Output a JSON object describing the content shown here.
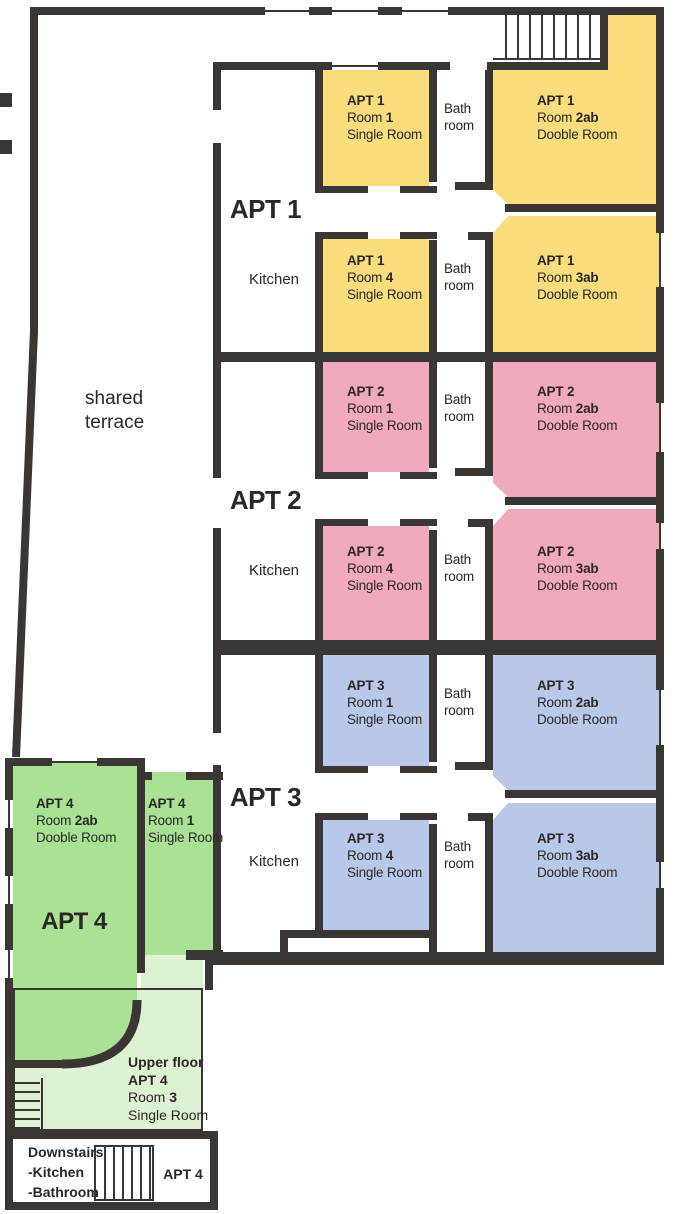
{
  "palette": {
    "wall": "#3a3634",
    "apt1": "#f9dc7b",
    "apt2": "#f1a9bc",
    "apt3": "#b9c8e9",
    "apt4": "#a9e295",
    "apt4_upper": "#ddf2d2",
    "bg": "#ffffff",
    "text": "#2b2725"
  },
  "terrace_label": "shared terrace",
  "apt1": {
    "big": "APT 1",
    "kitchen": "Kitchen",
    "room1": {
      "apt": "APT 1",
      "room": "Room ",
      "num": "1",
      "type": "Single Room"
    },
    "room2ab": {
      "apt": "APT 1",
      "room": "Room ",
      "num": "2ab",
      "type": "Dooble Room"
    },
    "room3ab": {
      "apt": "APT 1",
      "room": "Room ",
      "num": "3ab",
      "type": "Dooble Room"
    },
    "room4": {
      "apt": "APT 1",
      "room": "Room ",
      "num": "4",
      "type": "Single Room"
    },
    "bath_top": {
      "l1": "Bath",
      "l2": "room"
    },
    "bath_bottom": {
      "l1": "Bath",
      "l2": "room"
    }
  },
  "apt2": {
    "big": "APT 2",
    "kitchen": "Kitchen",
    "room1": {
      "apt": "APT 2",
      "room": "Room ",
      "num": "1",
      "type": "Single Room"
    },
    "room2ab": {
      "apt": "APT 2",
      "room": "Room ",
      "num": "2ab",
      "type": "Dooble Room"
    },
    "room3ab": {
      "apt": "APT 2",
      "room": "Room ",
      "num": "3ab",
      "type": "Dooble Room"
    },
    "room4": {
      "apt": "APT 2",
      "room": "Room ",
      "num": "4",
      "type": "Single Room"
    },
    "bath_top": {
      "l1": "Bath",
      "l2": "room"
    },
    "bath_bottom": {
      "l1": "Bath",
      "l2": "room"
    }
  },
  "apt3": {
    "big": "APT 3",
    "kitchen": "Kitchen",
    "room1": {
      "apt": "APT 3",
      "room": "Room ",
      "num": "1",
      "type": "Single Room"
    },
    "room2ab": {
      "apt": "APT 3",
      "room": "Room ",
      "num": "2ab",
      "type": "Dooble Room"
    },
    "room3ab": {
      "apt": "APT 3",
      "room": "Room ",
      "num": "3ab",
      "type": "Dooble Room"
    },
    "room4": {
      "apt": "APT 3",
      "room": "Room ",
      "num": "4",
      "type": "Single Room"
    },
    "bath_top": {
      "l1": "Bath",
      "l2": "room"
    },
    "bath_bottom": {
      "l1": "Bath",
      "l2": "room"
    }
  },
  "apt4": {
    "big": "APT 4",
    "room2ab": {
      "apt": "APT 4",
      "room": "Room ",
      "num": "2ab",
      "type": "Dooble Room"
    },
    "room1": {
      "apt": "APT 4",
      "room": "Room ",
      "num": "1",
      "type": "Single Room"
    },
    "upper": {
      "l1": "Upper floor",
      "l2": "APT 4",
      "room": "Room ",
      "num": "3",
      "type": "Single Room"
    },
    "downstairs": {
      "l1": "Downstairs",
      "l2": "-Kitchen",
      "l3": "-Bathroom"
    },
    "stair_label": "APT 4"
  }
}
